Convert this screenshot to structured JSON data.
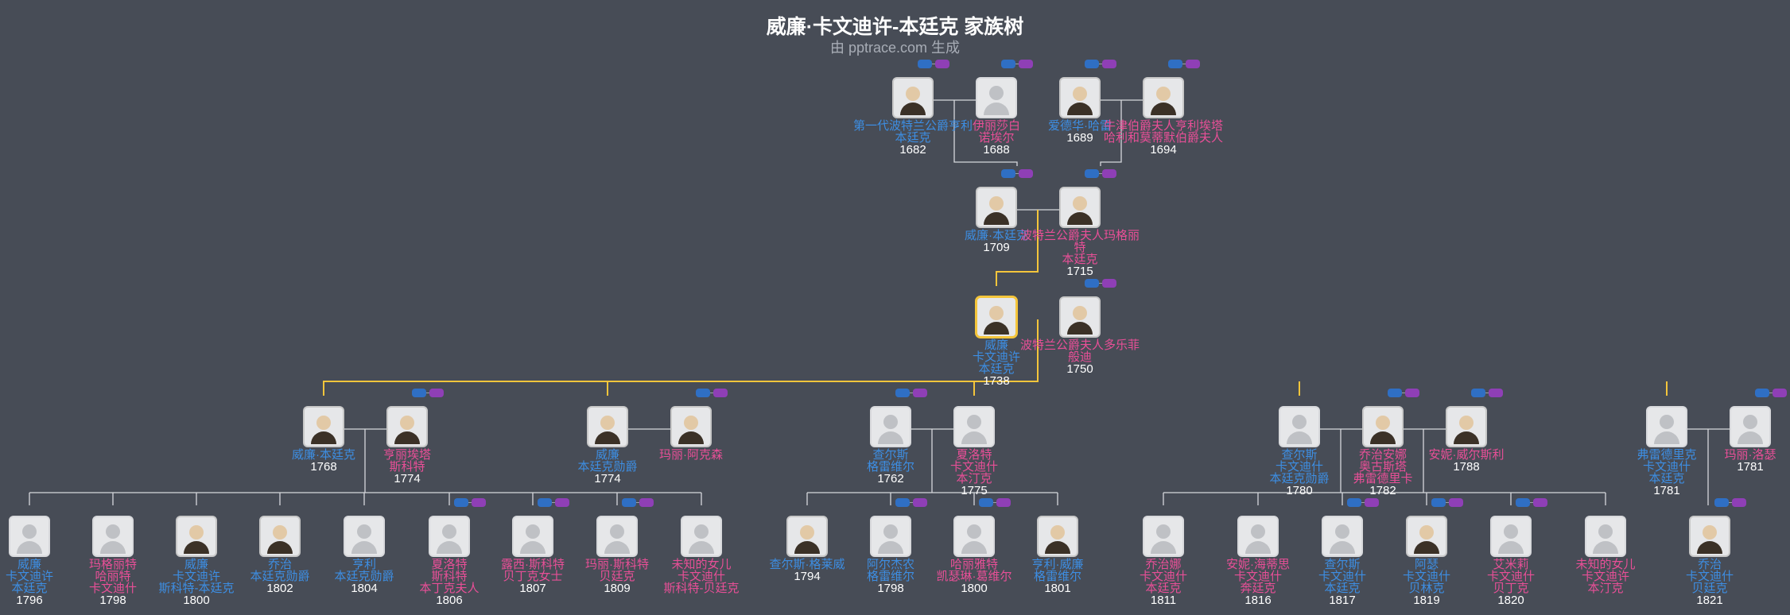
{
  "header": {
    "title": "威廉·卡文迪许-本廷克 家族树",
    "subtitle": "由 pptrace.com 生成"
  },
  "colors": {
    "background": "#474c56",
    "male": "#3d8ee3",
    "female": "#e84f97",
    "focus_line": "#f4c53b",
    "line": "#d6d8dc"
  },
  "people": [
    {
      "id": "p1",
      "name": "第一代波特兰公爵亨利\n本廷克",
      "year": "1682",
      "gender": "m",
      "photo": "portrait",
      "badges": true
    },
    {
      "id": "p2",
      "name": "伊丽莎白\n诺埃尔",
      "year": "1688",
      "gender": "f",
      "photo": "placeholder",
      "badges": true
    },
    {
      "id": "p3",
      "name": "爱德华·哈雷",
      "year": "1689",
      "gender": "m",
      "photo": "portrait",
      "badges": true
    },
    {
      "id": "p4",
      "name": "牛津伯爵夫人亨利埃塔\n哈利和莫蒂默伯爵夫人",
      "year": "1694",
      "gender": "f",
      "photo": "portrait",
      "badges": true
    },
    {
      "id": "g1",
      "name": "威廉·本廷克",
      "year": "1709",
      "gender": "m",
      "photo": "portrait",
      "badges": true
    },
    {
      "id": "g2",
      "name": "波特兰公爵夫人玛格丽特\n本廷克",
      "year": "1715",
      "gender": "f",
      "photo": "portrait",
      "badges": true
    },
    {
      "id": "f1",
      "name": "威廉\n卡文迪许\n本廷克",
      "year": "1738",
      "gender": "m",
      "photo": "portrait",
      "focus": true,
      "badges": false
    },
    {
      "id": "f2",
      "name": "波特兰公爵夫人多乐菲\n般迪",
      "year": "1750",
      "gender": "f",
      "photo": "portrait",
      "badges": true
    },
    {
      "id": "c1",
      "name": "威廉·本廷克",
      "year": "1768",
      "gender": "m",
      "photo": "portrait",
      "badges": false
    },
    {
      "id": "c1s",
      "name": "亨丽埃塔\n斯科特",
      "year": "1774",
      "gender": "f",
      "photo": "portrait",
      "badges": true
    },
    {
      "id": "c2",
      "name": "威廉\n本廷克勋爵",
      "year": "1774",
      "gender": "m",
      "photo": "portrait",
      "badges": false
    },
    {
      "id": "c2s",
      "name": "玛丽·阿克森",
      "year": "",
      "gender": "f",
      "photo": "portrait",
      "badges": true
    },
    {
      "id": "c3",
      "name": "查尔斯\n格雷维尔",
      "year": "1762",
      "gender": "m",
      "photo": "placeholder",
      "badges": true
    },
    {
      "id": "c3s",
      "name": "夏洛特\n卡文迪什\n本汀克",
      "year": "1775",
      "gender": "f",
      "photo": "placeholder",
      "badges": false
    },
    {
      "id": "c4",
      "name": "查尔斯\n卡文迪什\n本廷克勋爵",
      "year": "1780",
      "gender": "m",
      "photo": "placeholder",
      "badges": false
    },
    {
      "id": "c4s1",
      "name": "乔治安娜\n奥古斯塔\n弗雷德里卡",
      "year": "1782",
      "gender": "f",
      "photo": "portrait",
      "badges": true
    },
    {
      "id": "c4s2",
      "name": "安妮·威尔斯利",
      "year": "1788",
      "gender": "f",
      "photo": "portrait",
      "badges": true
    },
    {
      "id": "c5",
      "name": "弗雷德里克\n卡文迪什\n本廷克",
      "year": "1781",
      "gender": "m",
      "photo": "placeholder",
      "badges": false
    },
    {
      "id": "c5s",
      "name": "玛丽·洛瑟",
      "year": "1781",
      "gender": "f",
      "photo": "placeholder",
      "badges": true
    },
    {
      "id": "d1",
      "name": "威廉\n卡文迪许\n本廷克",
      "year": "1796",
      "gender": "m",
      "photo": "placeholder",
      "badges": false
    },
    {
      "id": "d2",
      "name": "玛格丽特\n哈丽特\n卡文迪什",
      "year": "1798",
      "gender": "f",
      "photo": "placeholder",
      "badges": false
    },
    {
      "id": "d3",
      "name": "威廉\n卡文迪许\n斯科特-本廷克",
      "year": "1800",
      "gender": "m",
      "photo": "portrait",
      "badges": false
    },
    {
      "id": "d4",
      "name": "乔治\n本廷克勋爵",
      "year": "1802",
      "gender": "m",
      "photo": "portrait",
      "badges": false
    },
    {
      "id": "d5",
      "name": "亨利\n本廷克勋爵",
      "year": "1804",
      "gender": "m",
      "photo": "placeholder",
      "badges": false
    },
    {
      "id": "d6",
      "name": "夏洛特\n斯科特\n本丁克夫人",
      "year": "1806",
      "gender": "f",
      "photo": "placeholder",
      "badges": true
    },
    {
      "id": "d7",
      "name": "露西·斯科特\n贝丁克女士",
      "year": "1807",
      "gender": "f",
      "photo": "placeholder",
      "badges": true
    },
    {
      "id": "d8",
      "name": "玛丽·斯科特\n贝廷克",
      "year": "1809",
      "gender": "f",
      "photo": "placeholder",
      "badges": true
    },
    {
      "id": "d9",
      "name": "未知的女儿\n卡文迪什\n斯科特-贝廷克",
      "year": "",
      "gender": "f",
      "photo": "placeholder",
      "badges": false
    },
    {
      "id": "e1",
      "name": "查尔斯·格莱威",
      "year": "1794",
      "gender": "m",
      "photo": "portrait",
      "badges": false
    },
    {
      "id": "e2",
      "name": "阿尔杰农\n格雷维尔",
      "year": "1798",
      "gender": "m",
      "photo": "placeholder",
      "badges": true
    },
    {
      "id": "e3",
      "name": "哈丽雅特\n凯瑟琳·葛维尔",
      "year": "1800",
      "gender": "f",
      "photo": "placeholder",
      "badges": true
    },
    {
      "id": "e4",
      "name": "亨利·威廉\n格雷维尔",
      "year": "1801",
      "gender": "m",
      "photo": "portrait",
      "badges": false
    },
    {
      "id": "h1",
      "name": "乔治娜\n卡文迪什\n本廷克",
      "year": "1811",
      "gender": "f",
      "photo": "placeholder",
      "badges": false
    },
    {
      "id": "h2",
      "name": "安妮·海蒂思\n卡文迪什\n奔廷克",
      "year": "1816",
      "gender": "f",
      "photo": "placeholder",
      "badges": false
    },
    {
      "id": "h3",
      "name": "查尔斯\n卡文迪什\n本廷克",
      "year": "1817",
      "gender": "m",
      "photo": "placeholder",
      "badges": true
    },
    {
      "id": "h4",
      "name": "阿瑟\n卡文迪什\n贝林克",
      "year": "1819",
      "gender": "m",
      "photo": "portrait",
      "badges": true
    },
    {
      "id": "h5",
      "name": "艾米莉\n卡文迪什\n贝丁克",
      "year": "1820",
      "gender": "f",
      "photo": "placeholder",
      "badges": true
    },
    {
      "id": "h6",
      "name": "未知的女儿\n卡文迪许\n本汀克",
      "year": "",
      "gender": "f",
      "photo": "placeholder",
      "badges": false
    },
    {
      "id": "k1",
      "name": "乔治\n卡文迪什\n贝廷克",
      "year": "1821",
      "gender": "m",
      "photo": "portrait",
      "badges": true
    }
  ]
}
